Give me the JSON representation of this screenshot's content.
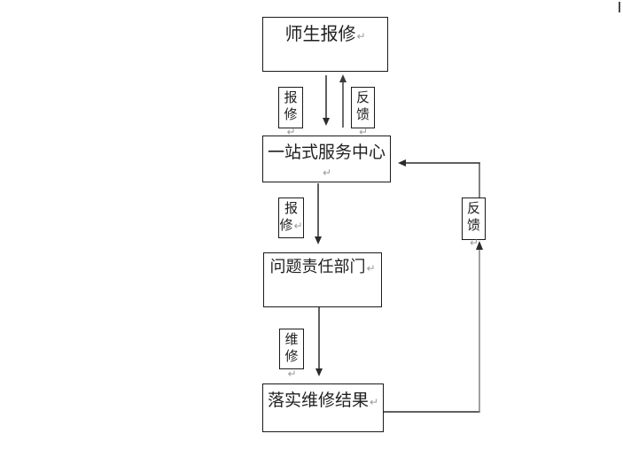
{
  "flowchart": {
    "paragraph_mark": "↵",
    "nodes": [
      {
        "id": "teacher-student-repair-request",
        "label": "师生报修"
      },
      {
        "id": "repair-request-label-1",
        "label": "报\n修"
      },
      {
        "id": "feedback-label-1",
        "label": "反\n馈"
      },
      {
        "id": "one-stop-service-center",
        "label": "一站式服务中心"
      },
      {
        "id": "repair-request-label-2",
        "label": "报\n修"
      },
      {
        "id": "problem-responsible-department",
        "label": "问题责任部门"
      },
      {
        "id": "maintenance-label",
        "label": "维\n修"
      },
      {
        "id": "implement-repair-results",
        "label": "落实维修结果"
      },
      {
        "id": "feedback-label-2",
        "label": "反\n馈"
      }
    ],
    "colors": {
      "background": "#ffffff",
      "box_border": "#1a1a1a",
      "text": "#1f1f1f",
      "line": "#2b2b2b",
      "line_gray": "#808080",
      "paragraph_mark": "#9a9a9a"
    }
  }
}
